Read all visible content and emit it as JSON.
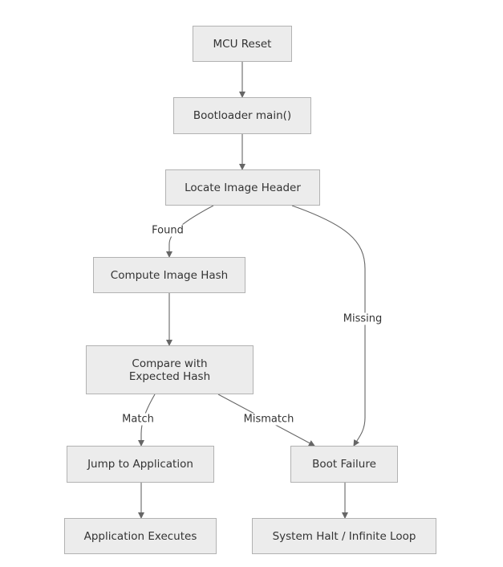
{
  "diagram": {
    "nodes": {
      "mcu_reset": "MCU Reset",
      "bootloader_main": "Bootloader main()",
      "locate_header": "Locate Image Header",
      "compute_hash": "Compute Image Hash",
      "compare_hash": "Compare with Expected Hash",
      "jump_app": "Jump to Application",
      "boot_failure": "Boot Failure",
      "app_executes": "Application Executes",
      "system_halt": "System Halt / Infinite Loop"
    },
    "edges": [
      {
        "from": "MCU Reset",
        "to": "Bootloader main()",
        "label": ""
      },
      {
        "from": "Bootloader main()",
        "to": "Locate Image Header",
        "label": ""
      },
      {
        "from": "Locate Image Header",
        "to": "Compute Image Hash",
        "label": "Found"
      },
      {
        "from": "Locate Image Header",
        "to": "Boot Failure",
        "label": "Missing"
      },
      {
        "from": "Compute Image Hash",
        "to": "Compare with Expected Hash",
        "label": ""
      },
      {
        "from": "Compare with Expected Hash",
        "to": "Jump to Application",
        "label": "Match"
      },
      {
        "from": "Compare with Expected Hash",
        "to": "Boot Failure",
        "label": "Mismatch"
      },
      {
        "from": "Jump to Application",
        "to": "Application Executes",
        "label": ""
      },
      {
        "from": "Boot Failure",
        "to": "System Halt / Infinite Loop",
        "label": ""
      }
    ],
    "edge_labels": {
      "found": "Found",
      "missing": "Missing",
      "match": "Match",
      "mismatch": "Mismatch"
    }
  },
  "colors": {
    "node_fill": "#ececec",
    "node_border": "#b2b2b2",
    "edge": "#666666",
    "text": "#333333"
  }
}
